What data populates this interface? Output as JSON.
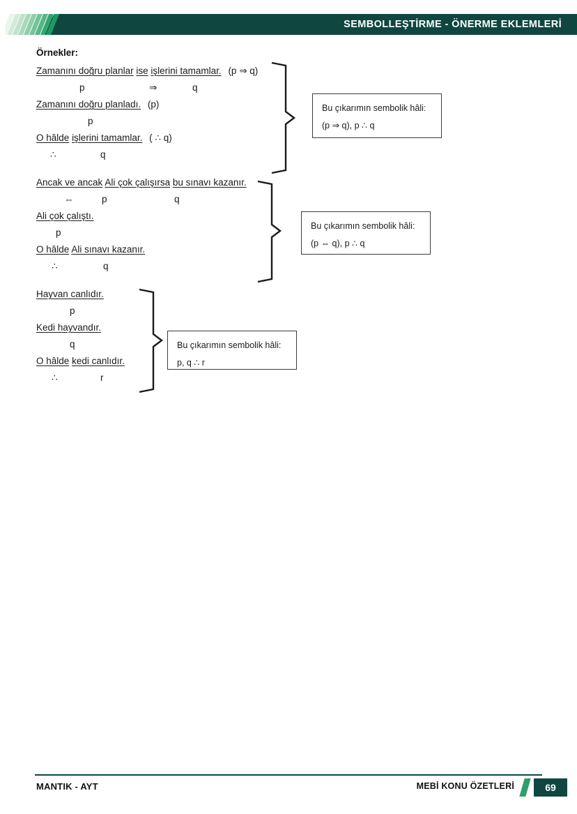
{
  "header": {
    "title": "SEMBOLLEŞTİRME - ÖNERME EKLEMLERİ",
    "bar_color": "#0f4640",
    "stripe_colors": [
      "#e7f4ec",
      "#d2ead9",
      "#bfe2cc",
      "#a9d9bd",
      "#8fceab",
      "#74c398",
      "#55b684",
      "#33a771",
      "#1d9a64"
    ]
  },
  "content": {
    "heading": "Örnekler:",
    "blocks": [
      {
        "id": "example-1",
        "lines": [
          {
            "seg1": "Zamanını doğru planlar",
            "seg2": "ise",
            "seg3": "işlerini tamamlar.",
            "tail": "(p ⇒ q)"
          },
          {
            "sym1": "p",
            "sym2": "⇒",
            "sym3": "q"
          },
          {
            "seg1": "Zamanını doğru planladı.",
            "tail": "(p)"
          },
          {
            "sym1": "p"
          },
          {
            "seg1": "O hâlde",
            "seg2": "işlerini tamamlar.",
            "tail": "( ∴ q)"
          },
          {
            "sym1": "∴",
            "sym2": "q"
          }
        ],
        "callout": {
          "line1": "Bu çıkarımın sembolik hâli:",
          "line2": "(p ⇒ q), p ∴ q"
        }
      },
      {
        "id": "example-2",
        "lines": [
          {
            "seg1": "Ancak ve ancak",
            "seg2": "Ali çok çalışırsa",
            "seg3": "bu sınavı kazanır."
          },
          {
            "sym1": "⇔",
            "sym2": "p",
            "sym3": "q"
          },
          {
            "seg1": "Ali çok çalıştı."
          },
          {
            "sym1": "p"
          },
          {
            "seg1": "O hâlde",
            "seg2": "Ali sınavı kazanır."
          },
          {
            "sym1": "∴",
            "sym2": "q"
          }
        ],
        "callout": {
          "line1": "Bu çıkarımın sembolik hâli:",
          "line2": "(p ⇔ q), p ∴ q"
        }
      },
      {
        "id": "example-3",
        "lines": [
          {
            "seg1": "Hayvan canlıdır."
          },
          {
            "sym1": "p"
          },
          {
            "seg1": "Kedi hayvandır."
          },
          {
            "sym1": "q"
          },
          {
            "seg1": "O hâlde",
            "seg2": "kedi canlıdır."
          },
          {
            "sym1": "∴",
            "sym2": "r"
          }
        ],
        "callout": {
          "line1": "Bu çıkarımın sembolik hâli:",
          "line2": "p, q ∴ r"
        }
      }
    ]
  },
  "footer": {
    "left": "MANTIK - AYT",
    "right": "MEBİ KONU ÖZETLERİ",
    "page": "69",
    "rule_color": "#0f4640",
    "slash_color": "#2f9e6e",
    "page_box_color": "#0f4640"
  }
}
